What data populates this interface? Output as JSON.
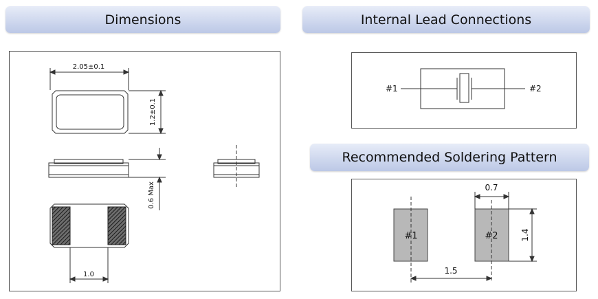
{
  "headers": {
    "dimensions": "Dimensions",
    "internal": "Internal Lead Connections",
    "soldering": "Recommended Soldering Pattern"
  },
  "dimensions": {
    "length_label": "2.05±0.1",
    "width_label": "1.2±0.1",
    "height_label": "0.6 Max",
    "pad_spacing_label": "1.0"
  },
  "internal": {
    "pin1": "#1",
    "pin2": "#2"
  },
  "soldering": {
    "pad1": "#1",
    "pad2": "#2",
    "pad_width": "0.7",
    "pad_height": "1.4",
    "pitch": "1.5"
  },
  "colors": {
    "pad_fill": "#b8b8b8",
    "header_top": "#e7ecf8",
    "header_bottom": "#bcc8e6"
  }
}
